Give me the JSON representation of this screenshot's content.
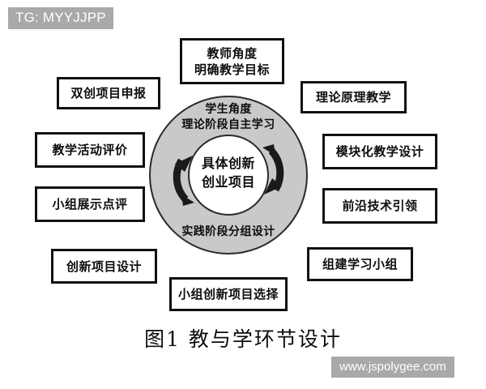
{
  "overlay": {
    "tag_badge": "TG: MYYJJPP",
    "watermark": "www.jspolygee.com"
  },
  "figure": {
    "caption": "图1 教与学环节设计",
    "colors": {
      "ring_fill": "#c9c9c9",
      "inner_fill": "#ffffff",
      "stroke": "#2a2a2a",
      "box_border": "#111111",
      "badge_bg": "#a9a9a9",
      "text": "#0d0d0d"
    }
  },
  "ring": {
    "top_label": "学生角度\n理论阶段自主学习",
    "bottom_label": "实践阶段分组设计",
    "center_label": "具体创新\n创业项目",
    "arrows": [
      {
        "name": "left-arrow-up",
        "direction": "upward",
        "side": "left"
      },
      {
        "name": "right-arrow-down",
        "direction": "downward",
        "side": "right"
      }
    ]
  },
  "nodes": {
    "top": "教师角度\n明确教学目标",
    "bottom": "小组创新项目选择",
    "left": [
      "双创项目申报",
      "教学活动评价",
      "小组展示点评",
      "创新项目设计"
    ],
    "right": [
      "理论原理教学",
      "模块化教学设计",
      "前沿技术引领",
      "组建学习小组"
    ]
  }
}
